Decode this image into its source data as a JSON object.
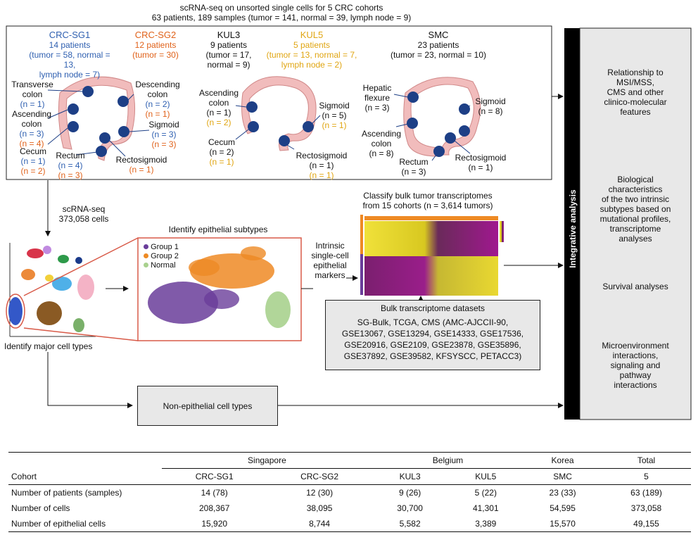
{
  "header": {
    "title_line1": "scRNA-seq on unsorted single cells for 5 CRC cohorts",
    "title_line2": "63 patients, 189 samples (tumor = 141, normal = 39, lymph node = 9)"
  },
  "cohorts": {
    "crc_sg1": {
      "name": "CRC-SG1",
      "l1": "14 patients",
      "l2": "(tumor = 58, normal = 13,",
      "l3": "lymph node = 7)",
      "color": "#2e5fb0"
    },
    "crc_sg2": {
      "name": "CRC-SG2",
      "l1": "12 patients",
      "l2": "(tumor = 30)",
      "color": "#e0621a"
    },
    "kul3": {
      "name": "KUL3",
      "l1": "9 patients",
      "l2": "(tumor = 17,",
      "l3": "normal = 9)"
    },
    "kul5": {
      "name": "KUL5",
      "l1": "5 patients",
      "l2": "(tumor = 13, normal = 7,",
      "l3": "lymph node = 2)",
      "color": "#e0a511"
    },
    "smc": {
      "name": "SMC",
      "l1": "23 patients",
      "l2": "(tumor = 23, normal = 10)"
    }
  },
  "colon_sg": {
    "transverse": {
      "l1": "Transverse",
      "l2": "colon",
      "n1": "(n = 1)"
    },
    "descending": {
      "l1": "Descending",
      "l2": "colon",
      "n1": "(n = 2)",
      "n2": "(n = 1)"
    },
    "ascending": {
      "l1": "Ascending",
      "l2": "colon",
      "n1": "(n = 3)",
      "n2": "(n = 4)"
    },
    "sigmoid": {
      "l1": "Sigmoid",
      "n1": "(n = 3)",
      "n2": "(n = 3)"
    },
    "cecum": {
      "l1": "Cecum",
      "n1": "(n = 1)",
      "n2": "(n = 2)"
    },
    "rectum": {
      "l1": "Rectum",
      "n1": "(n = 4)",
      "n2": "(n = 3)"
    },
    "rectosigmoid": {
      "l1": "Rectosigmoid",
      "n1": "(n = 1)"
    }
  },
  "colon_kul": {
    "ascending": {
      "l1": "Ascending",
      "l2": "colon",
      "n1": "(n = 1)",
      "n2": "(n = 2)"
    },
    "sigmoid": {
      "l1": "Sigmoid",
      "n1": "(n = 5)",
      "n2": "(n = 1)"
    },
    "cecum": {
      "l1": "Cecum",
      "n1": "(n = 2)",
      "n2": "(n = 1)"
    },
    "rectosigmoid": {
      "l1": "Rectosigmoid",
      "n1": "(n = 1)",
      "n2": "(n = 1)"
    }
  },
  "colon_smc": {
    "hepatic": {
      "l1": "Hepatic",
      "l2": "flexure",
      "n1": "(n = 3)"
    },
    "sigmoid": {
      "l1": "Sigmoid",
      "n1": "(n = 8)"
    },
    "ascending": {
      "l1": "Ascending",
      "l2": "colon",
      "n1": "(n = 8)"
    },
    "rectum": {
      "l1": "Rectum",
      "n1": "(n = 3)"
    },
    "rectosigmoid": {
      "l1": "Rectosigmoid",
      "n1": "(n = 1)"
    }
  },
  "flow": {
    "scrnaseq_l1": "scRNA-seq",
    "scrnaseq_l2": "373,058 cells",
    "identify_major": "Identify major cell types",
    "identify_epi": "Identify epithelial subtypes",
    "legend": [
      {
        "label": "Group 1",
        "color": "#6a3d9a"
      },
      {
        "label": "Group 2",
        "color": "#ee8a24"
      },
      {
        "label": "Normal",
        "color": "#a9d18e"
      }
    ],
    "markers_l1": "Intrinsic",
    "markers_l2": "single-cell",
    "markers_l3": "epithelial",
    "markers_l4": "markers",
    "classify_l1": "Classify bulk tumor transcriptomes",
    "classify_l2": "from 15 cohorts (n = 3,614 tumors)",
    "bulk_title": "Bulk transcriptome datasets",
    "bulk_lines": [
      "SG-Bulk, TCGA, CMS (AMC-AJCCII-90,",
      "GSE13067, GSE13294, GSE14333, GSE17536,",
      "GSE20916, GSE2109, GSE23878, GSE35896,",
      "GSE37892, GSE39582,  KFSYSCC, PETACC3)"
    ],
    "non_epithelial": "Non-epithelial cell types"
  },
  "integrative": {
    "label": "Integrative analysis",
    "items": [
      [
        "Relationship to",
        "MSI/MSS,",
        "CMS and other",
        "clinico-molecular",
        "features"
      ],
      [
        "Biological",
        "characteristics",
        "of the two intrinsic",
        "subtypes based on",
        "mutational profiles,",
        "transcriptome",
        "analyses"
      ],
      [
        "Survival analyses"
      ],
      [
        "Microenvironment",
        "interactions,",
        "signaling and",
        "pathway",
        "interactions"
      ]
    ]
  },
  "table": {
    "groups": [
      "Singapore",
      "Belgium",
      "Korea",
      "Total"
    ],
    "header": [
      "Cohort",
      "CRC-SG1",
      "CRC-SG2",
      "KUL3",
      "KUL5",
      "SMC",
      "5"
    ],
    "rows": [
      [
        "Number of patients (samples)",
        "14 (78)",
        "12 (30)",
        "9 (26)",
        "5 (22)",
        "23 (33)",
        "63 (189)"
      ],
      [
        "Number of cells",
        "208,367",
        "38,095",
        "30,700",
        "41,301",
        "54,595",
        "373,058"
      ],
      [
        "Number of epithelial cells",
        "15,920",
        "8,744",
        "5,582",
        "3,389",
        "15,570",
        "49,155"
      ]
    ]
  }
}
